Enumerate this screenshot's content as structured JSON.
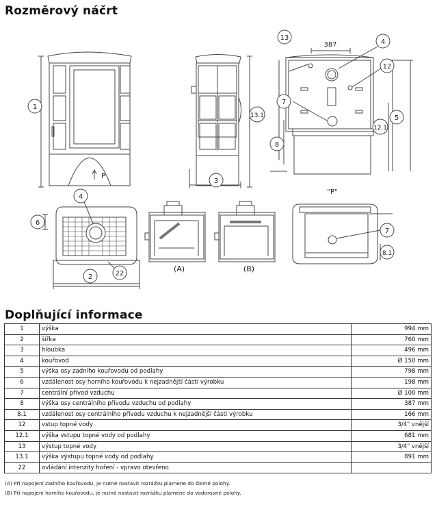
{
  "header": {
    "drawing_title": "Rozměrový náčrt",
    "info_title": "Doplňující informace"
  },
  "drawing_labels": {
    "n1": "1",
    "n2": "2",
    "n3": "3",
    "n4a": "4",
    "n4b": "4",
    "n5": "5",
    "n6": "6",
    "n7a": "7",
    "n7b": "7",
    "n8": "8",
    "n8_1": "8.1",
    "n12": "12",
    "n12_1": "12.1",
    "n13": "13",
    "n13_1": "13.1",
    "n22": "22",
    "dim387": "387",
    "arrow_p": "P",
    "view_p": "\"P\"",
    "view_a": "(A)",
    "view_b": "(B)"
  },
  "table": {
    "rows": [
      {
        "id": "1",
        "desc": "výška",
        "value": "994 mm"
      },
      {
        "id": "2",
        "desc": "šířka",
        "value": "760 mm"
      },
      {
        "id": "3",
        "desc": "hloubka",
        "value": "496 mm"
      },
      {
        "id": "4",
        "desc": "kouřovod",
        "value": "Ø 150 mm"
      },
      {
        "id": "5",
        "desc": "výška osy zadního kouřovodu od podlahy",
        "value": "798 mm"
      },
      {
        "id": "6",
        "desc": "vzdálenost osy horního kouřovodu k nejzadnější části výrobku",
        "value": "198 mm"
      },
      {
        "id": "7",
        "desc": "centrální přívod vzduchu",
        "value": "Ø 100 mm"
      },
      {
        "id": "8",
        "desc": "výška osy centrálního přívodu vzduchu od podlahy",
        "value": "387 mm"
      },
      {
        "id": "8.1",
        "desc": "vzdálenost osy centrálního přívodu vzduchu k nejzadnější části výrobku",
        "value": "166 mm"
      },
      {
        "id": "12",
        "desc": "vstup topné vody",
        "value": "3/4\" vnější"
      },
      {
        "id": "12.1",
        "desc": "výška vstupu topné vody od podlahy",
        "value": "681 mm"
      },
      {
        "id": "13",
        "desc": "výstup topné vody",
        "value": "3/4\" vnější"
      },
      {
        "id": "13.1",
        "desc": "výška výstupu topné vody od podlahy",
        "value": "891 mm"
      },
      {
        "id": "22",
        "desc": "ovládání intenzity hoření - vpravo otevřeno",
        "value": ""
      }
    ]
  },
  "notes": {
    "a": "(A) Při napojení zadního kouřovodu, je nutné nastavit rozrážku plamene do šikmé polohy.",
    "b": "(B) Při napojení horního kouřovodu, je nutné nastavit rozrážku plamene do vodorovné polohy."
  },
  "colors": {
    "line": "#444444",
    "text": "#111111"
  }
}
